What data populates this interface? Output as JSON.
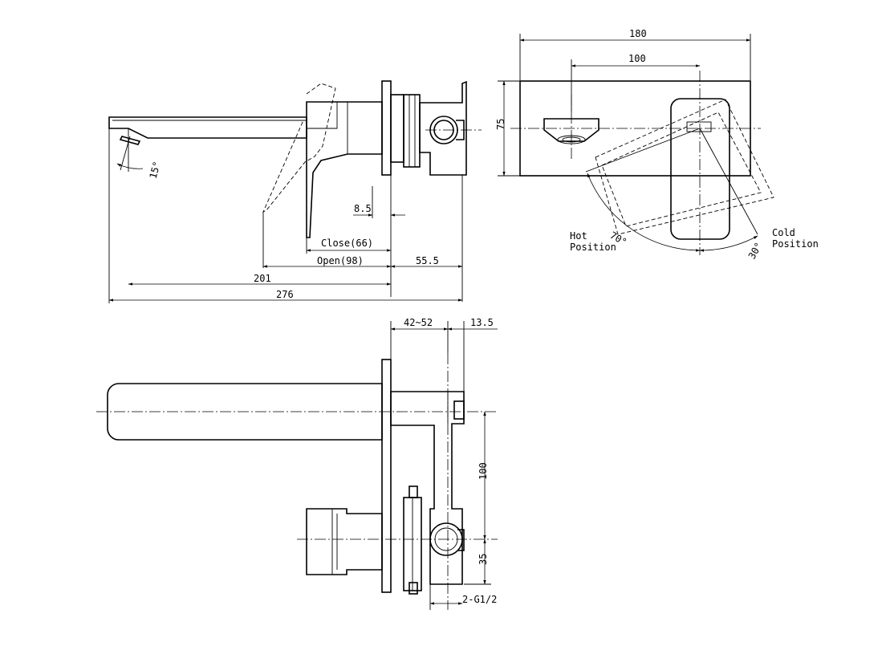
{
  "dims": {
    "d180": "180",
    "d100_top": "100",
    "d75": "75",
    "d15": "15°",
    "d8_5": "8.5",
    "close": "Close(66)",
    "open": "Open(98)",
    "d55_5": "55.5",
    "d201": "201",
    "d276": "276",
    "hot": [
      "Hot",
      "Position"
    ],
    "cold": [
      "Cold",
      "Position"
    ],
    "d70": "70°",
    "d30": "30°",
    "d42_52": "42~52",
    "d13_5": "13.5",
    "d100_side": "100",
    "d35": "35",
    "g12": "2-G1/2"
  }
}
